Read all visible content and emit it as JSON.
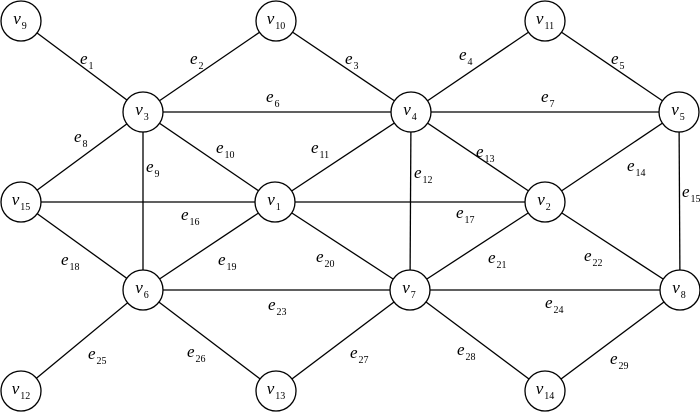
{
  "diagram": {
    "type": "undirected-graph",
    "node_count": 15,
    "edge_count": 29,
    "nodes": [
      {
        "id": "v1",
        "name": "v",
        "sub": "1"
      },
      {
        "id": "v2",
        "name": "v",
        "sub": "2"
      },
      {
        "id": "v3",
        "name": "v",
        "sub": "3"
      },
      {
        "id": "v4",
        "name": "v",
        "sub": "4"
      },
      {
        "id": "v5",
        "name": "v",
        "sub": "5"
      },
      {
        "id": "v6",
        "name": "v",
        "sub": "6"
      },
      {
        "id": "v7",
        "name": "v",
        "sub": "7"
      },
      {
        "id": "v8",
        "name": "v",
        "sub": "8"
      },
      {
        "id": "v9",
        "name": "v",
        "sub": "9"
      },
      {
        "id": "v10",
        "name": "v",
        "sub": "10"
      },
      {
        "id": "v11",
        "name": "v",
        "sub": "11"
      },
      {
        "id": "v12",
        "name": "v",
        "sub": "12"
      },
      {
        "id": "v13",
        "name": "v",
        "sub": "13"
      },
      {
        "id": "v14",
        "name": "v",
        "sub": "14"
      },
      {
        "id": "v15",
        "name": "v",
        "sub": "15"
      }
    ],
    "edges": [
      {
        "id": "e1",
        "name": "e",
        "sub": "1",
        "from": "v9",
        "to": "v3"
      },
      {
        "id": "e2",
        "name": "e",
        "sub": "2",
        "from": "v3",
        "to": "v10"
      },
      {
        "id": "e3",
        "name": "e",
        "sub": "3",
        "from": "v10",
        "to": "v4"
      },
      {
        "id": "e4",
        "name": "e",
        "sub": "4",
        "from": "v4",
        "to": "v11"
      },
      {
        "id": "e5",
        "name": "e",
        "sub": "5",
        "from": "v11",
        "to": "v5"
      },
      {
        "id": "e6",
        "name": "e",
        "sub": "6",
        "from": "v3",
        "to": "v4"
      },
      {
        "id": "e7",
        "name": "e",
        "sub": "7",
        "from": "v4",
        "to": "v5"
      },
      {
        "id": "e8",
        "name": "e",
        "sub": "8",
        "from": "v3",
        "to": "v15"
      },
      {
        "id": "e9",
        "name": "e",
        "sub": "9",
        "from": "v3",
        "to": "v6"
      },
      {
        "id": "e10",
        "name": "e",
        "sub": "10",
        "from": "v3",
        "to": "v1"
      },
      {
        "id": "e11",
        "name": "e",
        "sub": "11",
        "from": "v1",
        "to": "v4"
      },
      {
        "id": "e12",
        "name": "e",
        "sub": "12",
        "from": "v4",
        "to": "v7"
      },
      {
        "id": "e13",
        "name": "e",
        "sub": "13",
        "from": "v4",
        "to": "v2"
      },
      {
        "id": "e14",
        "name": "e",
        "sub": "14",
        "from": "v2",
        "to": "v5"
      },
      {
        "id": "e15",
        "name": "e",
        "sub": "15",
        "from": "v5",
        "to": "v8"
      },
      {
        "id": "e16",
        "name": "e",
        "sub": "16",
        "from": "v15",
        "to": "v1"
      },
      {
        "id": "e17",
        "name": "e",
        "sub": "17",
        "from": "v1",
        "to": "v2"
      },
      {
        "id": "e18",
        "name": "e",
        "sub": "18",
        "from": "v15",
        "to": "v6"
      },
      {
        "id": "e19",
        "name": "e",
        "sub": "19",
        "from": "v6",
        "to": "v1"
      },
      {
        "id": "e20",
        "name": "e",
        "sub": "20",
        "from": "v1",
        "to": "v7"
      },
      {
        "id": "e21",
        "name": "e",
        "sub": "21",
        "from": "v7",
        "to": "v2"
      },
      {
        "id": "e22",
        "name": "e",
        "sub": "22",
        "from": "v2",
        "to": "v8"
      },
      {
        "id": "e23",
        "name": "e",
        "sub": "23",
        "from": "v6",
        "to": "v7"
      },
      {
        "id": "e24",
        "name": "e",
        "sub": "24",
        "from": "v7",
        "to": "v8"
      },
      {
        "id": "e25",
        "name": "e",
        "sub": "25",
        "from": "v6",
        "to": "v12"
      },
      {
        "id": "e26",
        "name": "e",
        "sub": "26",
        "from": "v6",
        "to": "v13"
      },
      {
        "id": "e27",
        "name": "e",
        "sub": "27",
        "from": "v13",
        "to": "v7"
      },
      {
        "id": "e28",
        "name": "e",
        "sub": "28",
        "from": "v7",
        "to": "v14"
      },
      {
        "id": "e29",
        "name": "e",
        "sub": "29",
        "from": "v14",
        "to": "v8"
      }
    ]
  }
}
